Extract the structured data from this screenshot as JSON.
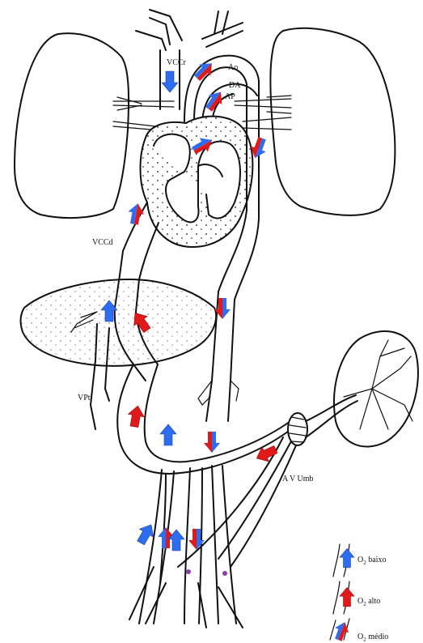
{
  "labels": {
    "vccr": "VCCr",
    "ao": "Ao",
    "da": "DA",
    "ap": "AP",
    "vccd": "VCCd",
    "vpt": "VPt",
    "avumb": "A V Umb"
  },
  "legend": {
    "low": {
      "label": "O",
      "sub": "2",
      "rest": " baixo"
    },
    "high": {
      "label": "O",
      "sub": "2",
      "rest": " alto"
    },
    "mid": {
      "label": "O",
      "sub": "2",
      "rest": " médio"
    }
  },
  "colors": {
    "low_oxygen": "#2f6df0",
    "high_oxygen": "#e0191b",
    "outline": "#111111"
  }
}
